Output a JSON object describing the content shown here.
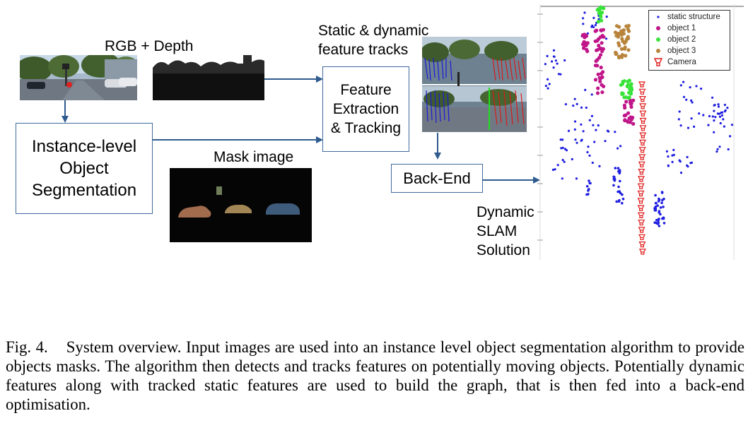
{
  "labels": {
    "rgb_depth": "RGB + Depth",
    "static_dynamic_tracks": "Static & dynamic\nfeature tracks",
    "mask_image": "Mask image",
    "dynamic_slam_solution": "Dynamic\nSLAM\nSolution"
  },
  "boxes": {
    "segmentation": "Instance-level\nObject\nSegmentation",
    "feature_tracking": "Feature\nExtraction\n& Tracking",
    "back_end": "Back-End"
  },
  "legend": {
    "items": [
      {
        "label": "static structure",
        "color": "#1f1fe0",
        "marker": "dot"
      },
      {
        "label": "object 1",
        "color": "#c0168a",
        "marker": "circle"
      },
      {
        "label": "object 2",
        "color": "#39e339",
        "marker": "circle"
      },
      {
        "label": "object 3",
        "color": "#b8843c",
        "marker": "circle"
      },
      {
        "label": "Camera",
        "color": "#e01b1b",
        "marker": "camera"
      }
    ]
  },
  "caption": {
    "fig_number": "Fig. 4.",
    "text": "System overview. Input images are used into an instance level object segmentation algorithm to provide objects masks. The algorithm then detects and tracks features on potentially moving objects. Potentially dynamic features along with tracked static features are used to build the graph, that is then fed into a back-end optimisation."
  },
  "colors": {
    "arrow": "#2f5b8e",
    "box_border": "#3e6a9b"
  }
}
